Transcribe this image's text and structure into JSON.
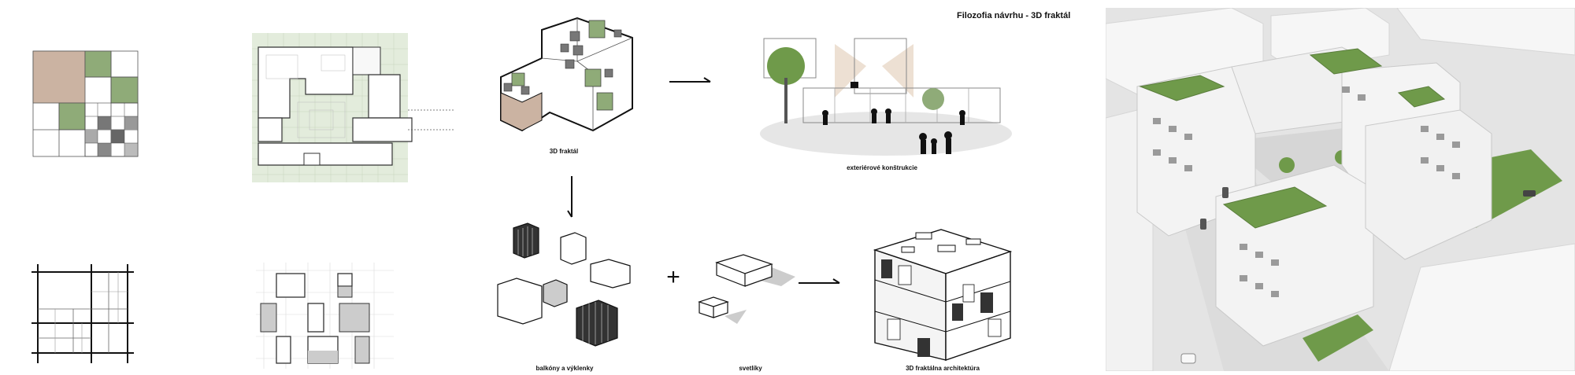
{
  "title": "Filozofia návrhu - 3D fraktál",
  "captions": {
    "fractal": "3D fraktál",
    "exterior": "exteriérové konštrukcie",
    "balconies": "balkóny a výklenky",
    "skylights": "svetlíky",
    "architecture": "3D  fraktálna architektúra"
  },
  "symbols": {
    "plus": "+"
  },
  "colors": {
    "accent_green": "#8fab78",
    "accent_tan": "#cbb3a2",
    "plan_bg": "#e3ecdc",
    "grass": "#6f9a4a",
    "building": "#f3f3f3"
  }
}
